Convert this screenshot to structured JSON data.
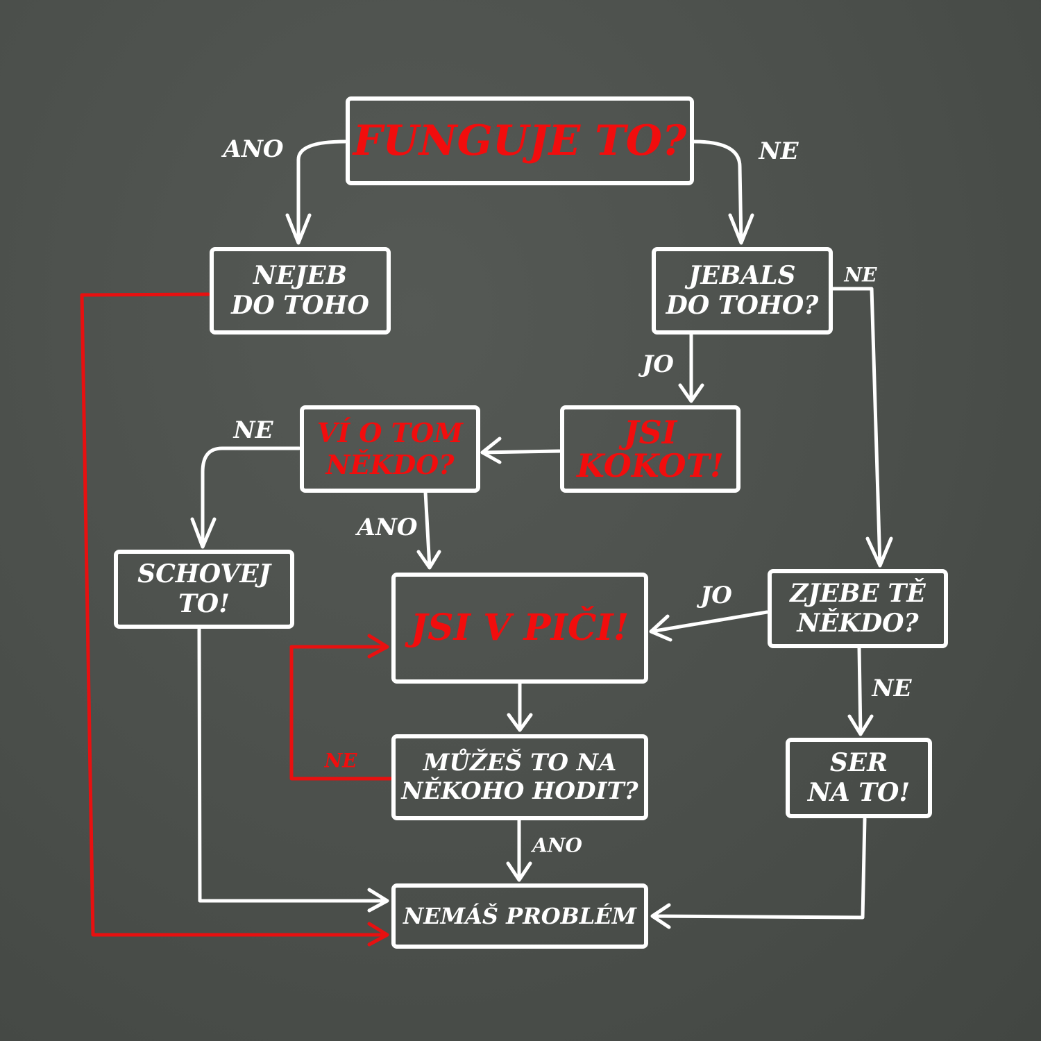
{
  "colors": {
    "background": "#4b4f4b",
    "line": "#ffffff",
    "accent": "#f20d0d"
  },
  "boxes": {
    "start": "FUNGUJE TO?",
    "nejeb": "NEJEB\nDO TOHO",
    "jebals": "JEBALS\nDO TOHO?",
    "vi_o_tom": "VÍ O TOM\nNĚKDO?",
    "kokot": "JSI\nKOKOT!",
    "schovej": "SCHOVEJ\nTO!",
    "v_pici": "JSI V PIČI!",
    "zjebe": "ZJEBE TĚ\nNĚKDO?",
    "muzes": "MŮŽEŠ TO NA\nNĚKOHO HODIT?",
    "ser": "SER\nNA TO!",
    "nemas": "NEMÁŠ PROBLÉM"
  },
  "labels": {
    "start_ano": "ANO",
    "start_ne": "NE",
    "jebals_ne": "NE",
    "jebals_jo": "JO",
    "vi_ne": "NE",
    "vi_ano": "ANO",
    "zjebe_jo": "JO",
    "zjebe_ne": "NE",
    "muzes_ne": "NE",
    "muzes_ano": "ANO"
  }
}
